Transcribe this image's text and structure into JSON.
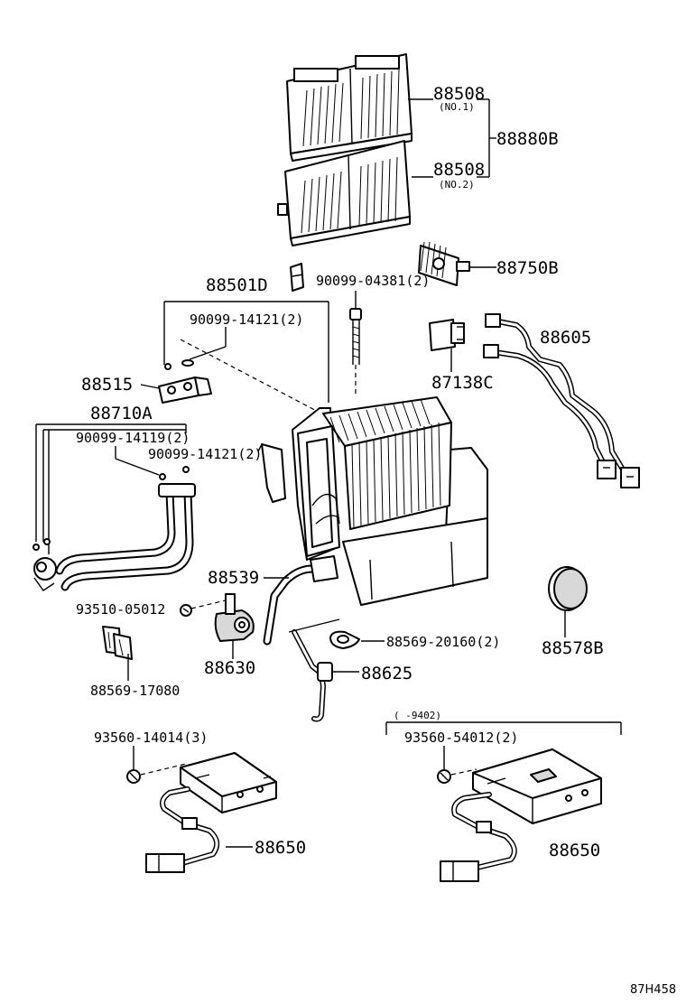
{
  "diagram": {
    "code": "87H458",
    "labels": {
      "filter_no1_part": "88508",
      "filter_no1_note": "(NO.1)",
      "filter_no2_part": "88508",
      "filter_no2_note": "(NO.2)",
      "filter_set": "88880B",
      "resistor": "88750B",
      "case_assy": "88501D",
      "screw_04381": "90099-04381(2)",
      "oring_14121_top": "90099-14121(2)",
      "valve": "88515",
      "tube_assy": "88710A",
      "oring_14119": "90099-14119(2)",
      "oring_14121_mid": "90099-14121(2)",
      "relay": "87138C",
      "harness": "88605",
      "hose": "88539",
      "bolt_05012": "93510-05012",
      "thermistor_unit": "88630",
      "clamp_17080": "88569-17080",
      "clip_20160": "88569-20160(2)",
      "sensor": "88625",
      "cover": "88578B",
      "bolt_14014": "93560-14014(3)",
      "amp_left": "88650",
      "date_range": "(     -9402)",
      "bolt_54012": "93560-54012(2)",
      "amp_right": "88650"
    }
  }
}
